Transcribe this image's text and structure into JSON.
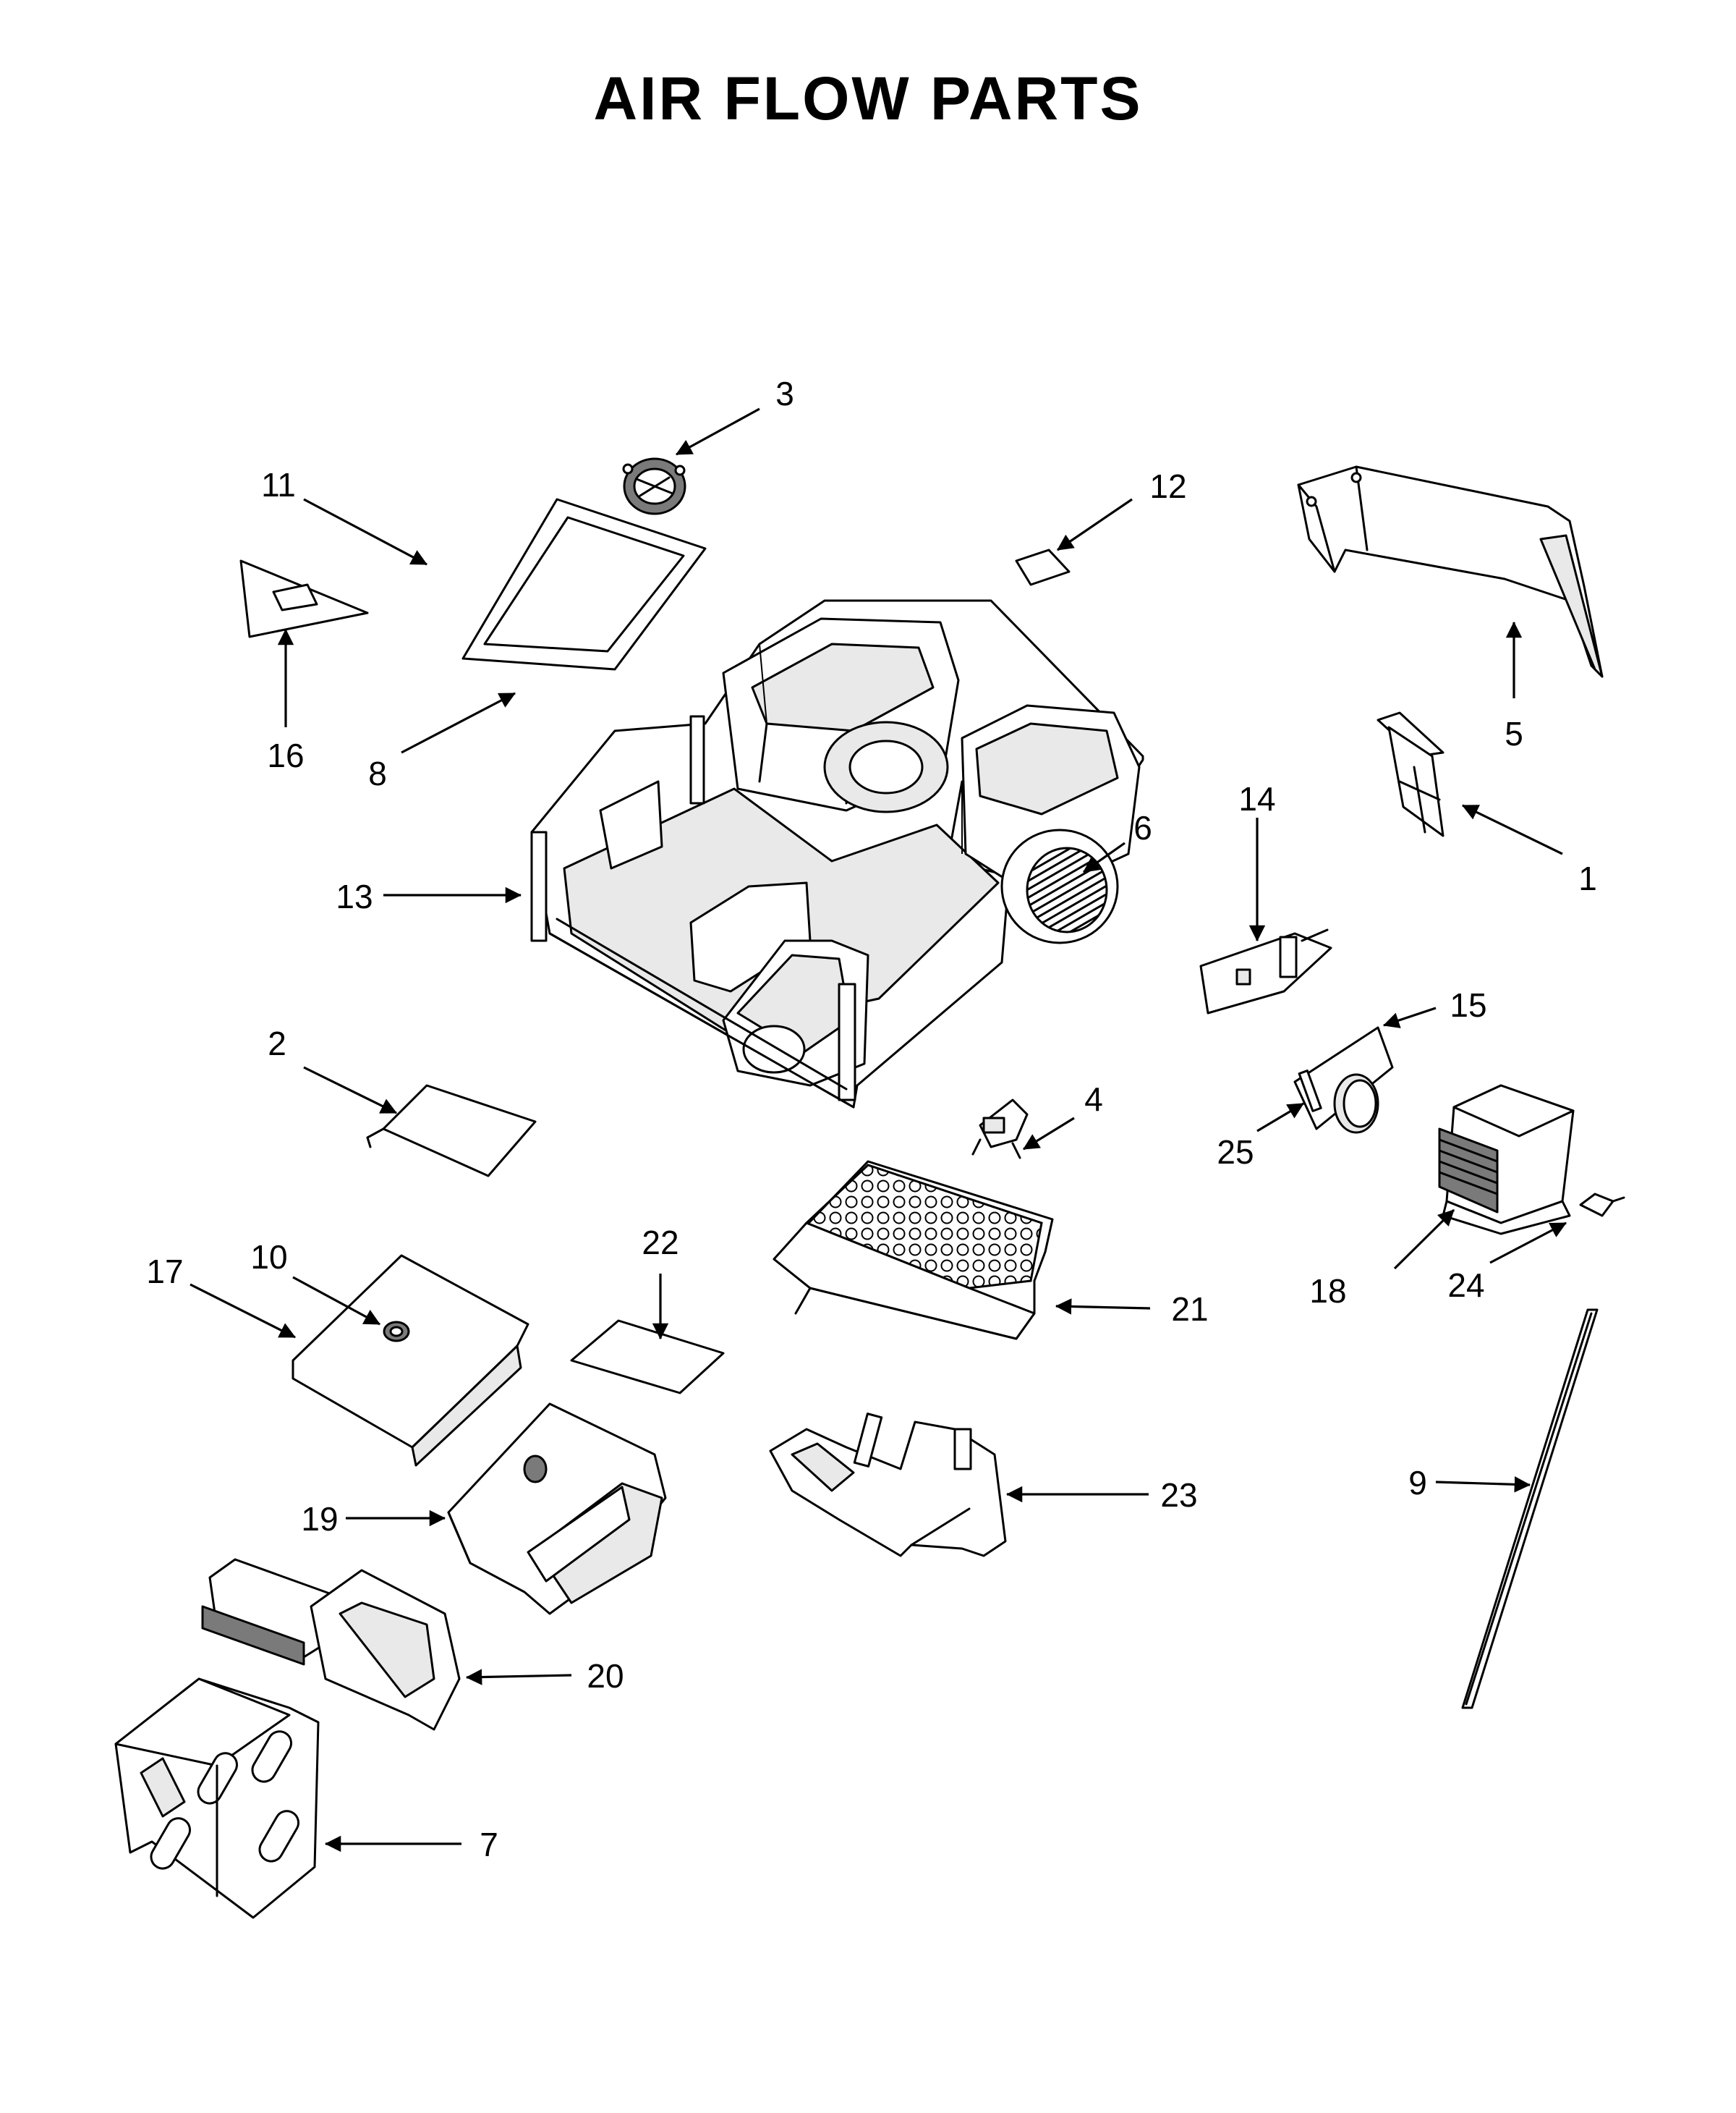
{
  "title": "AIR FLOW PARTS",
  "callouts": {
    "c1": "1",
    "c2": "2",
    "c3": "3",
    "c4": "4",
    "c5": "5",
    "c6": "6",
    "c7": "7",
    "c8": "8",
    "c9": "9",
    "c10": "10",
    "c11": "11",
    "c12": "12",
    "c13": "13",
    "c14": "14",
    "c15": "15",
    "c16": "16",
    "c17": "17",
    "c18": "18",
    "c19": "19",
    "c20": "20",
    "c21": "21",
    "c22": "22",
    "c23": "23",
    "c24": "24",
    "c25": "25"
  }
}
